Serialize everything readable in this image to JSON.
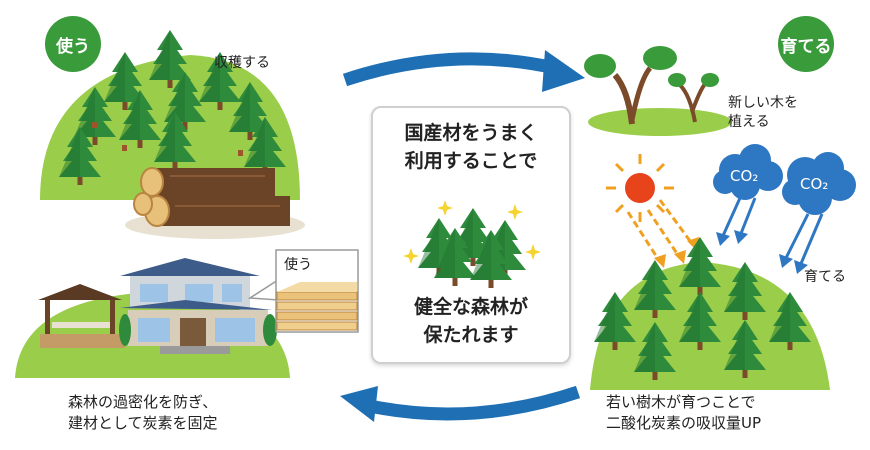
{
  "badges": {
    "use": "使う",
    "grow": "育てる"
  },
  "labels": {
    "harvest": "収穫する",
    "plant_line1": "新しい木を",
    "plant_line2": "植える",
    "grow": "育てる",
    "use_callout": "使う",
    "co2": "CO₂"
  },
  "center": {
    "line1": "国産材をうまく",
    "line2": "利用することで",
    "line3": "健全な森林が",
    "line4": "保たれます"
  },
  "captions": {
    "left_line1": "森林の過密化を防ぎ、",
    "left_line2": "建材として炭素を固定",
    "right_line1": "若い樹木が育つことで",
    "right_line2": "二酸化炭素の吸収量UP"
  },
  "colors": {
    "badge_green": "#3a9b3a",
    "hill_green": "#9acd4a",
    "tree_dark": "#2e8b3c",
    "arrow_blue": "#1f6fb5",
    "co2_blue": "#2e77c2",
    "sun_red": "#e8441c",
    "ray_orange": "#f0a020"
  },
  "icons": [
    "sun-icon",
    "co2-cloud-icon",
    "sprout-icon",
    "tree-icon",
    "log-icon",
    "house-icon",
    "sparkle-icon"
  ]
}
